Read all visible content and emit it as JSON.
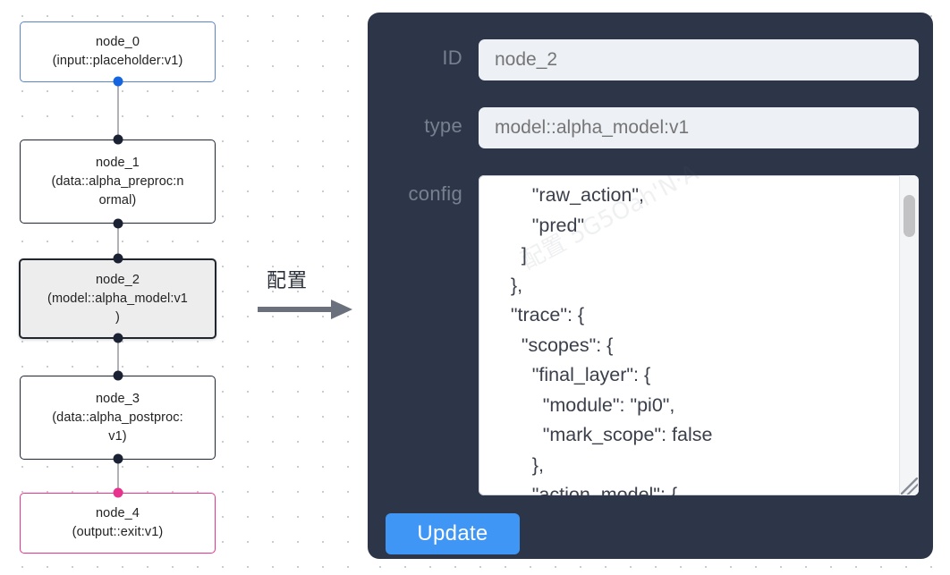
{
  "canvas": {
    "name": "node-graph-canvas",
    "nodes": [
      {
        "id": "node_0",
        "label": "node_0\n(input::placeholder:v1)",
        "kind": "input",
        "selected": false
      },
      {
        "id": "node_1",
        "label": "node_1\n(data::alpha_preproc:n\normal)",
        "kind": "default",
        "selected": false
      },
      {
        "id": "node_2",
        "label": "node_2\n(model::alpha_model:v1\n)",
        "kind": "model",
        "selected": true
      },
      {
        "id": "node_3",
        "label": "node_3\n(data::alpha_postproc:\nv1)",
        "kind": "default",
        "selected": false
      },
      {
        "id": "node_4",
        "label": "node_4\n(output::exit:v1)",
        "kind": "output",
        "selected": false
      }
    ],
    "colors": {
      "input_border": "#5b83c9",
      "output_border": "#e8338e",
      "default_border": "#1f2633",
      "selected_fill": "#ededed",
      "edge": "#b1b1b7",
      "handle": "#1b2233",
      "handle_input": "#1565e0",
      "handle_output": "#e8338e"
    }
  },
  "transition": {
    "label": "配置",
    "arrow_color": "#6b717c"
  },
  "panel": {
    "background": "#2d3648",
    "watermark": "配置 5G5Oah'N·A",
    "fields": [
      {
        "key": "id",
        "label": "ID",
        "value": "node_2",
        "placeholder": "node_2"
      },
      {
        "key": "type",
        "label": "type",
        "value": "model::alpha_model:v1",
        "placeholder": "model::alpha_model:v1"
      },
      {
        "key": "config",
        "label": "config",
        "value": "        \"raw_action\",\n        \"pred\"\n      ]\n    },\n    \"trace\": {\n      \"scopes\": {\n        \"final_layer\": {\n          \"module\": \"pi0\",\n          \"mark_scope\": false\n        },\n        \"action_model\": {",
        "placeholder": ""
      }
    ],
    "update_button": {
      "label": "Update",
      "color": "#4096f5"
    },
    "scrollbar": {
      "name": "config-scrollbar",
      "thumb_top_pct": 6
    }
  }
}
